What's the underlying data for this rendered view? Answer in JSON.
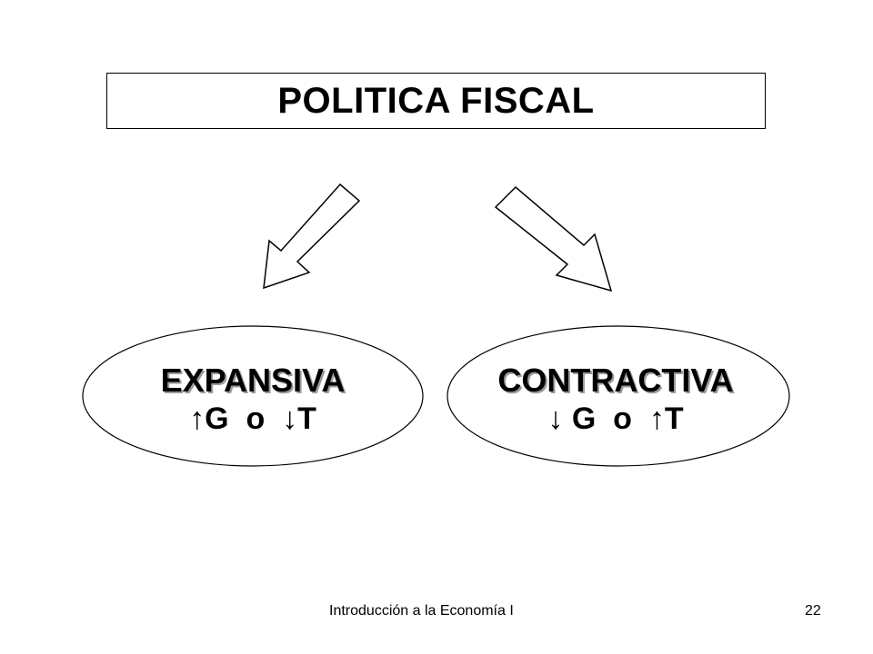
{
  "title": "POLITICA FISCAL",
  "branches": [
    {
      "heading": "EXPANSIVA",
      "formula": "↑G  o  ↓T"
    },
    {
      "heading": "CONTRACTIVA",
      "formula": "↓ G  o  ↑T"
    }
  ],
  "footer": {
    "title": "Introducción a la Economía I",
    "page": "22"
  }
}
